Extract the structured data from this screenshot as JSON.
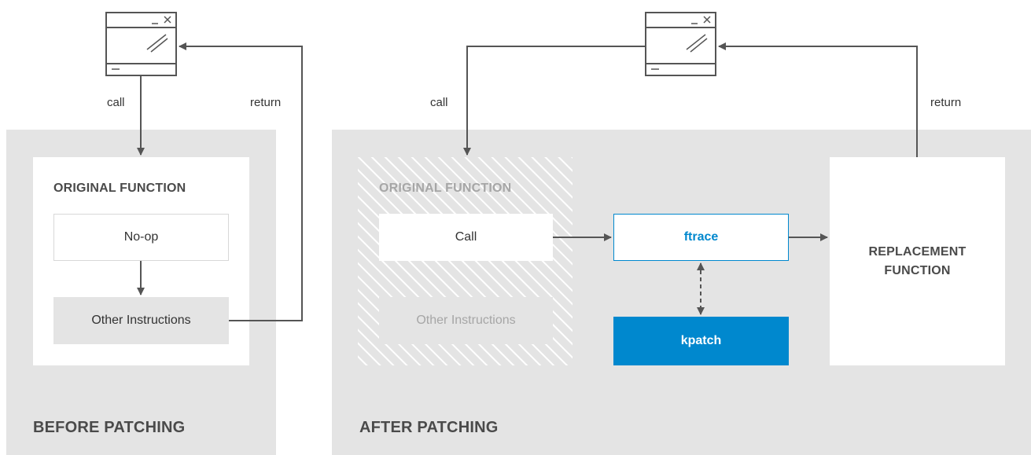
{
  "colors": {
    "panel_bg": "#e4e4e4",
    "arrow": "#555555",
    "accent": "#0088ce",
    "faded_text": "#a6a6a6",
    "text": "#333333"
  },
  "before": {
    "section_label": "BEFORE PATCHING",
    "call_label": "call",
    "return_label": "return",
    "function_title": "ORIGINAL FUNCTION",
    "noop_label": "No-op",
    "other_label": "Other Instructions"
  },
  "after": {
    "section_label": "AFTER PATCHING",
    "call_label": "call",
    "return_label": "return",
    "function_title": "ORIGINAL FUNCTION",
    "call_box_label": "Call",
    "other_label": "Other Instructions",
    "ftrace_label": "ftrace",
    "kpatch_label": "kpatch",
    "replacement_label_line1": "REPLACEMENT",
    "replacement_label_line2": "FUNCTION"
  },
  "icons": [
    "application-window-icon",
    "application-window-icon"
  ]
}
